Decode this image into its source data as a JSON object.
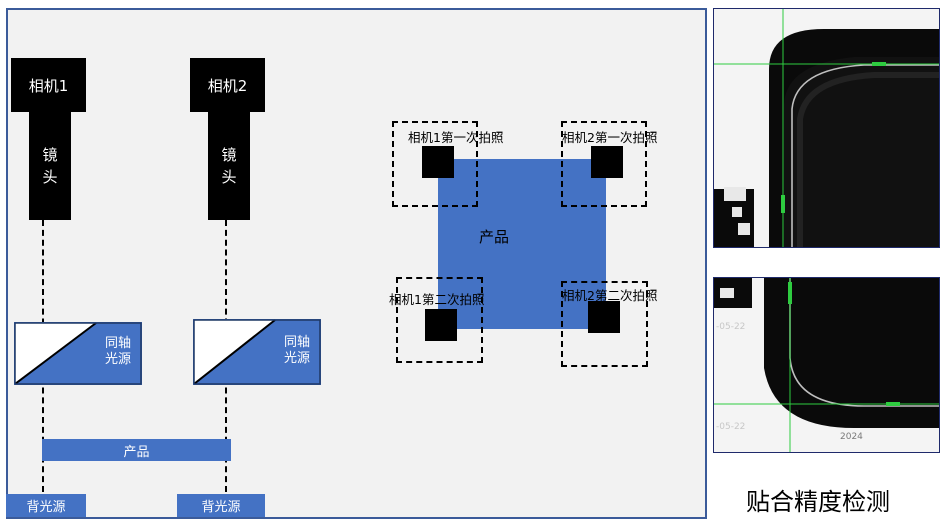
{
  "side_view": {
    "camera1": {
      "label": "相机1",
      "lens": "镜\n头"
    },
    "camera2": {
      "label": "相机2",
      "lens": "镜\n头"
    },
    "light1": "同轴\n光源",
    "light2": "同轴\n光源",
    "product": "产品",
    "backlight1": "背光源",
    "backlight2": "背光源"
  },
  "top_view": {
    "product": "产品",
    "shots": [
      "相机1第一次拍照",
      "相机2第一次拍照",
      "相机1第二次拍照",
      "相机2第二次拍照"
    ]
  },
  "inspection": {
    "caption": "贴合精度检测",
    "photo_stamp_top": "-05-22",
    "photo_stamp_bottom": "-05-22",
    "photo_stamp_year": "2024"
  },
  "colors": {
    "accent_blue": "#4472c4",
    "panel_bg": "#f2f2f2",
    "frame": "#3b5b9a",
    "guide_green": "#2ecc40"
  }
}
